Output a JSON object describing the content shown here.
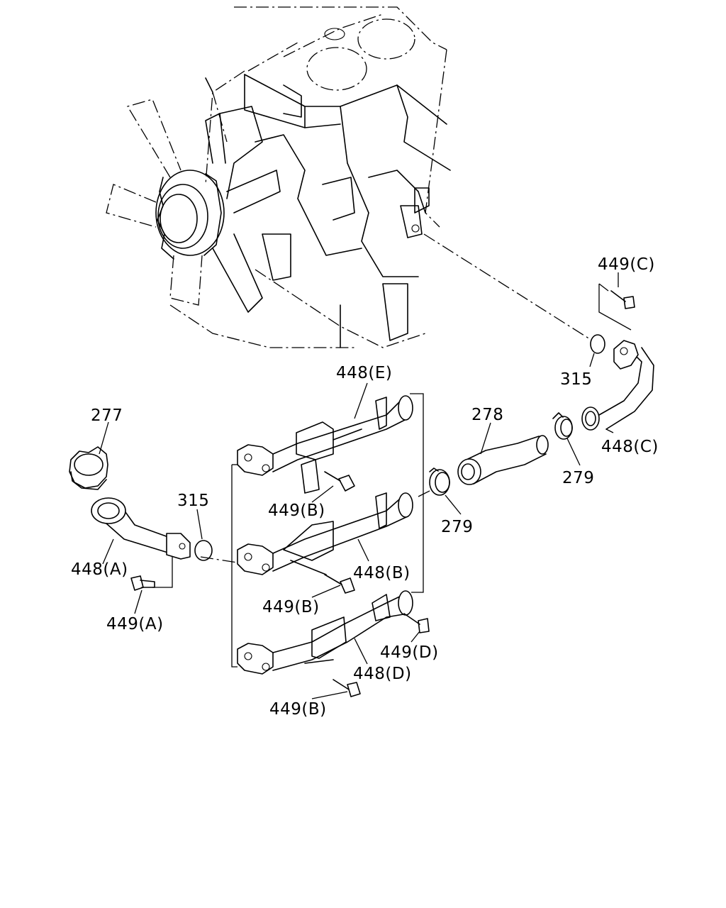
{
  "labels": {
    "l277": "277",
    "l278": "278",
    "l279a": "279",
    "l279b": "279",
    "l315a": "315",
    "l315b": "315",
    "l448a": "448(A)",
    "l448b": "448(B)",
    "l448c": "448(C)",
    "l448d": "448(D)",
    "l448e": "448(E)",
    "l449a": "449(A)",
    "l449b1": "449(B)",
    "l449b2": "449(B)",
    "l449b3": "449(B)",
    "l449c": "449(C)",
    "l449d": "449(D)"
  }
}
